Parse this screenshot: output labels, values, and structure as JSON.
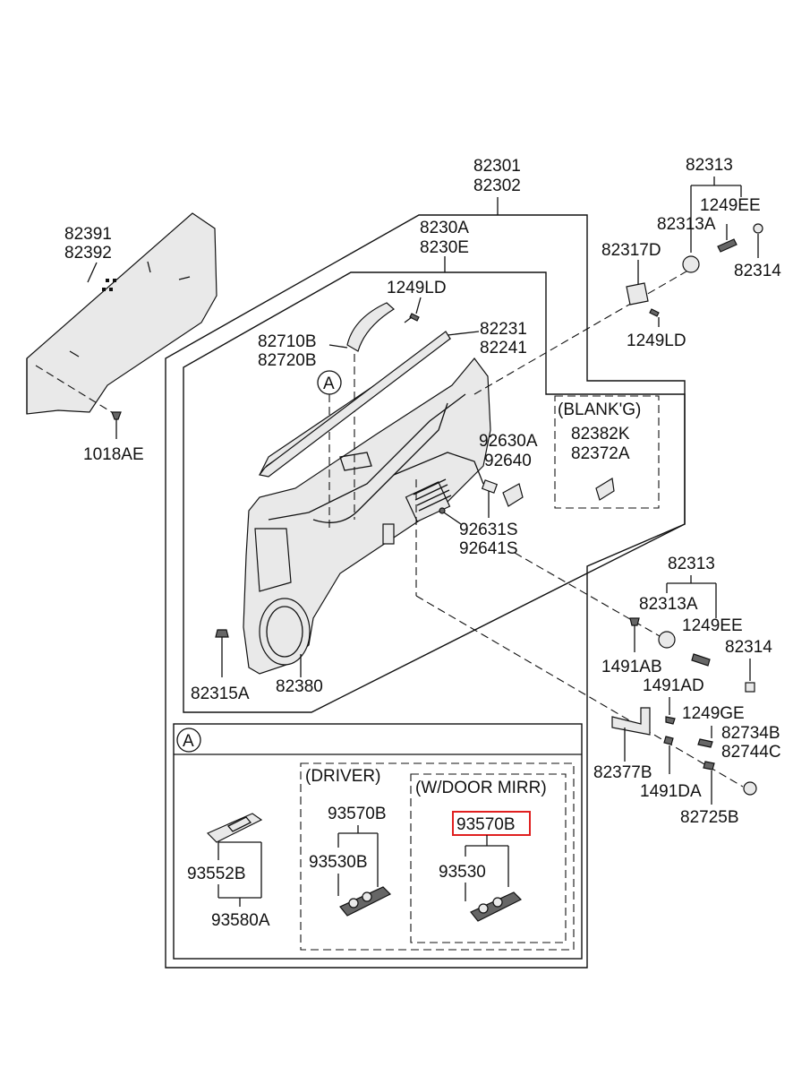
{
  "labels": {
    "assembly_main": [
      "82301",
      "82302"
    ],
    "panel": [
      "8230A",
      "8230E"
    ],
    "pad_left": [
      "82391",
      "82392"
    ],
    "clip_left": "1018AE",
    "bolt_top_handle": "1249LD",
    "grip_handle": [
      "82710B",
      "82720B"
    ],
    "weatherstrip": [
      "82231",
      "82241"
    ],
    "ref_a_callout": "A",
    "cover_top": [
      "92630A",
      "92640"
    ],
    "lamp_lower": [
      "92631S",
      "92641S"
    ],
    "blank_group_title": "(BLANK'G)",
    "blank_parts": [
      "82382K",
      "82372A"
    ],
    "fastener_panel_bottom": "82315A",
    "speaker_grille": "82380",
    "pull_top_group": "82313",
    "screw_top_right": "1249EE",
    "pull_top_sub": "82313A",
    "cap_top_right": "82314",
    "bracket_top": "82317D",
    "bolt_top_right": "1249LD",
    "pull_mid_group": "82313",
    "pull_mid_sub": "82313A",
    "screw_mid_right": "1249EE",
    "cap_mid_right": "82314",
    "clip_mid": "1491AB",
    "clip_mid2": "1491AD",
    "screw_bracket": "1249GE",
    "bracket_lower": [
      "82734B",
      "82744C"
    ],
    "bracket_main": "82377B",
    "clip_lower": "1491DA",
    "cap_lower": "82725B",
    "detail_a_title": "A",
    "driver_group_title": "(DRIVER)",
    "door_mirror_group_title": "(W/DOOR MIRR)",
    "switch_left_parts": [
      "93552B",
      "93580A"
    ],
    "driver_switch_parts": [
      "93570B",
      "93530B"
    ],
    "mirror_switch_parts": [
      "93570B",
      "93530"
    ]
  },
  "highlight": {
    "part": "93570B",
    "color": "#e02020"
  }
}
